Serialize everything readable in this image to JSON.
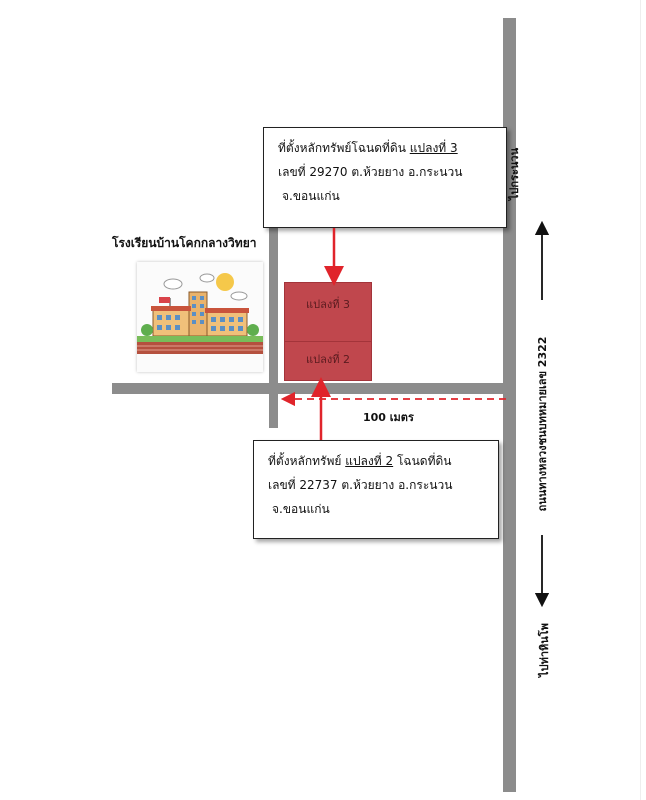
{
  "school": {
    "name": "โรงเรียนบ้านโคกกลางวิทยา",
    "icon": "school-building-illustration"
  },
  "plots": [
    {
      "id": "plot-3",
      "label": "แปลงที่ 3"
    },
    {
      "id": "plot-2",
      "label": "แปลงที่ 2"
    }
  ],
  "info_top": {
    "line1_prefix": "ที่ตั้งหลักทรัพย์โฉนดที่ดิน ",
    "line1_underlined": "แปลงที่ 3",
    "line2": "เลขที่ 29270 ต.ห้วยยาง อ.กระนวน",
    "line3": "จ.ขอนแก่น"
  },
  "info_bottom": {
    "line1_prefix": "ที่ตั้งหลักทรัพย์  ",
    "line1_underlined": "แปลงที่ 2",
    "line1_suffix": " โฉนดที่ดิน",
    "line2": "เลขที่ 22737 ต.ห้วยยาง อ.กระนวน",
    "line3": "จ.ขอนแก่น"
  },
  "distance": "100 เมตร",
  "road": {
    "name": "ถนนทางหลวงชนบทหมายเลข 2322",
    "toward_north": "ไปกระนวน",
    "toward_south": "ไปท่าหินโพ"
  },
  "colors": {
    "plot_fill": "#c0474d",
    "arrow_red": "#e0242b",
    "road_gray": "#8c8c8c"
  }
}
